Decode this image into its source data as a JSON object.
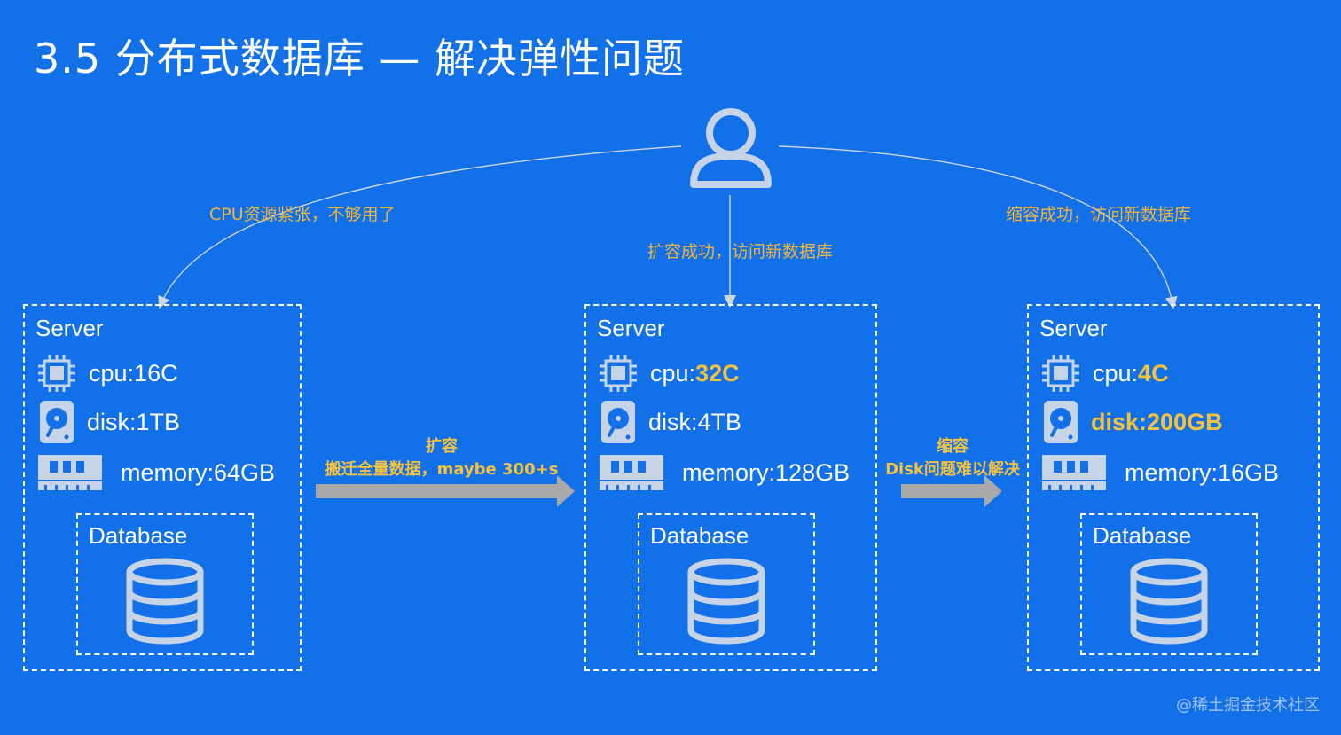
{
  "title": "3.5 分布式数据库 — 解决弹性问题",
  "edges": {
    "left": "CPU资源紧张，不够用了",
    "middle": "扩容成功，访问新数据库",
    "right": "缩容成功，访问新数据库"
  },
  "servers": [
    {
      "title": "Server",
      "cpu_label": "cpu: ",
      "cpu_value": "16C",
      "disk_label": "disk: ",
      "disk_value": "1TB",
      "memory_label": "memory: ",
      "memory_value": "64GB",
      "db_title": "Database"
    },
    {
      "title": "Server",
      "cpu_label": "cpu: ",
      "cpu_value": "32C",
      "disk_label": "disk: ",
      "disk_value": "4TB",
      "memory_label": "memory: ",
      "memory_value": "128GB",
      "db_title": "Database"
    },
    {
      "title": "Server",
      "cpu_label": "cpu: ",
      "cpu_value": "4C",
      "disk_label": "disk: ",
      "disk_value": "200GB",
      "memory_label": "memory: ",
      "memory_value": "16GB",
      "db_title": "Database"
    }
  ],
  "arrows": [
    {
      "line1": "扩容",
      "line2": "搬迁全量数据，maybe 300+s"
    },
    {
      "line1": "缩容",
      "line2": "Disk问题难以解决"
    }
  ],
  "watermark": "@稀土掘金技术社区",
  "colors": {
    "background": "#1270e8",
    "highlight": "#f6c23e",
    "edge_label": "#f0b43a",
    "arrow": "#a9a9a9",
    "icon": "#c7d3e6"
  },
  "icons": [
    "user-icon",
    "cpu-chip-icon",
    "hard-disk-icon",
    "memory-stick-icon",
    "database-icon"
  ]
}
